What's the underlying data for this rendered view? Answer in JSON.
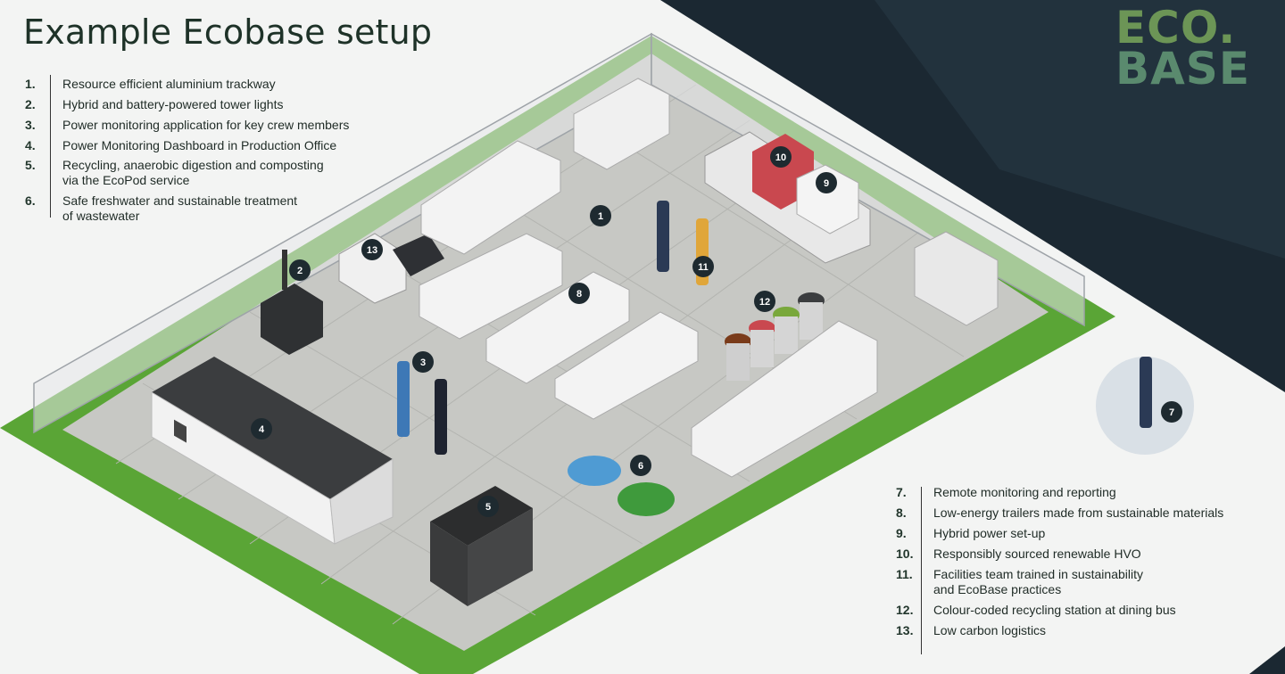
{
  "title": "Example Ecobase setup",
  "logo": {
    "line1": "ECO.",
    "line2": "BASE"
  },
  "legend_left": [
    {
      "num": "1.",
      "text": "Resource efficient aluminium trackway"
    },
    {
      "num": "2.",
      "text": "Hybrid and battery-powered tower lights"
    },
    {
      "num": "3.",
      "text": "Power monitoring application for key crew members"
    },
    {
      "num": "4.",
      "text": "Power Monitoring Dashboard in Production Office"
    },
    {
      "num": "5.",
      "text": "Recycling, anaerobic digestion and composting via the EcoPod service"
    },
    {
      "num": "6.",
      "text": "Safe freshwater and sustainable treatment of wastewater"
    }
  ],
  "legend_right": [
    {
      "num": "7.",
      "text": "Remote monitoring and reporting"
    },
    {
      "num": "8.",
      "text": "Low-energy trailers made from sustainable materials"
    },
    {
      "num": "9.",
      "text": "Hybrid power set-up"
    },
    {
      "num": "10.",
      "text": "Responsibly sourced renewable HVO"
    },
    {
      "num": "11.",
      "text": "Facilities team trained in sustainability and EcoBase practices"
    },
    {
      "num": "12.",
      "text": "Colour-coded recycling station at dining bus"
    },
    {
      "num": "13.",
      "text": "Low carbon logistics"
    }
  ],
  "badges": [
    "1",
    "2",
    "3",
    "4",
    "5",
    "6",
    "7",
    "8",
    "9",
    "10",
    "11",
    "12",
    "13"
  ],
  "colors": {
    "grass": "#5fa83a",
    "ground": "#c9cac6",
    "dark_panel": "#1c2a33",
    "badge": "#1e2a30",
    "trailer": "#eeeeee",
    "generator_red": "#c9484f",
    "logo_green": "#6c9556"
  }
}
